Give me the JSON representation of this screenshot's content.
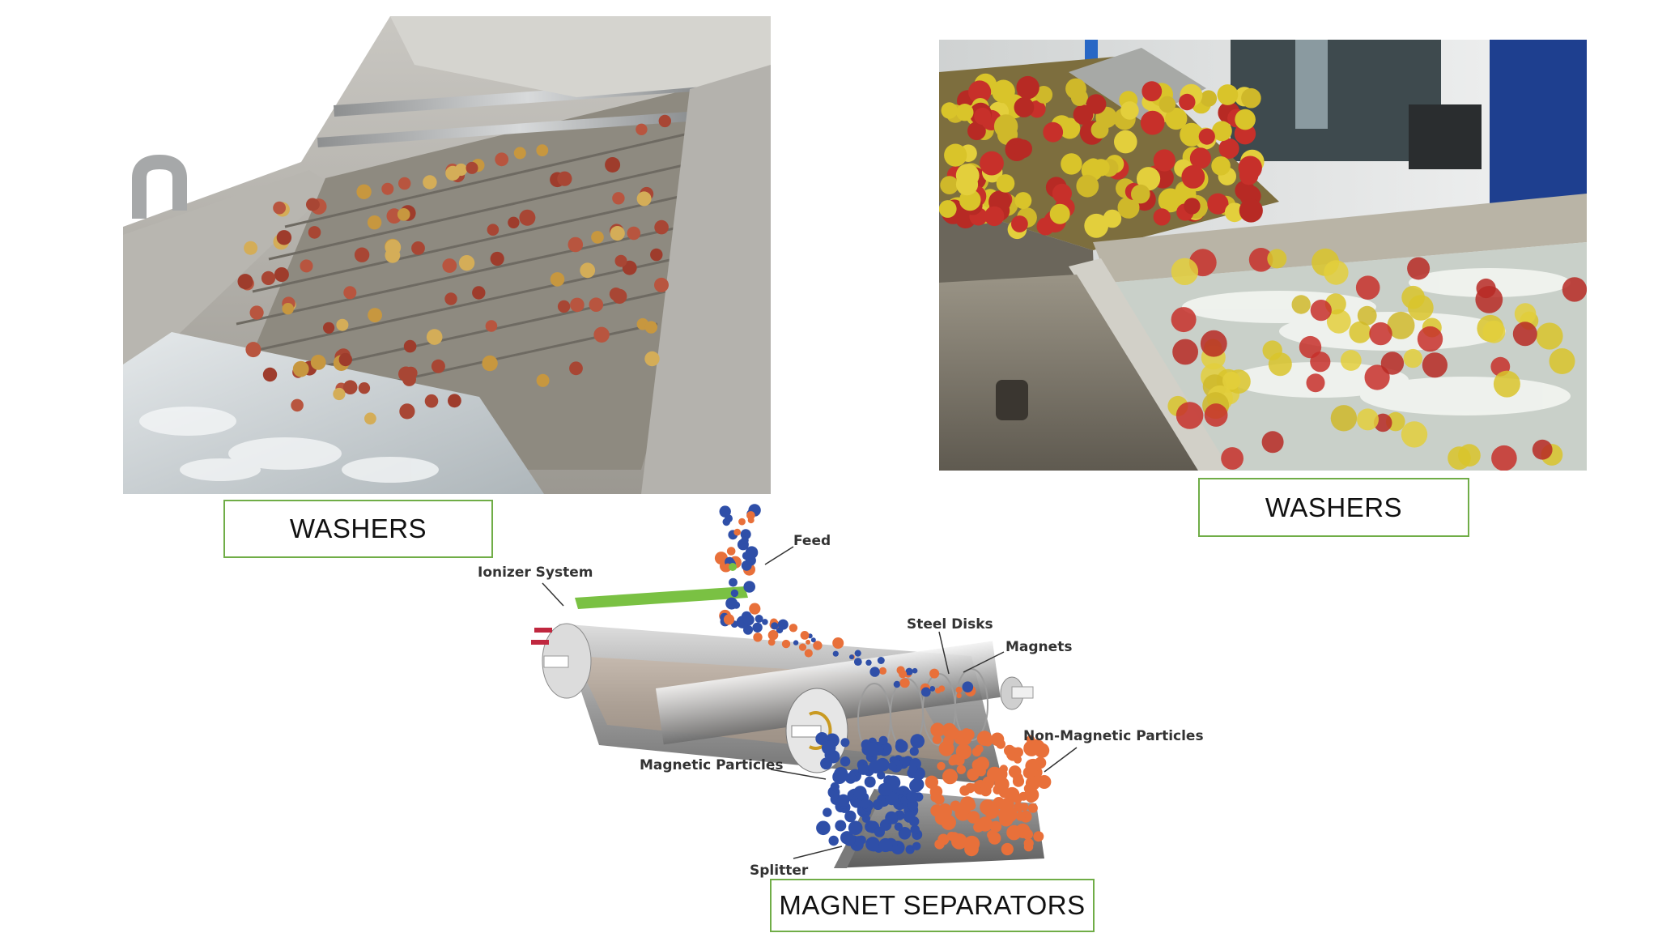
{
  "slide": {
    "captions": {
      "left_washer": "WASHERS",
      "right_washer": "WASHERS",
      "magnet": "MAGNET SEPARATORS"
    },
    "colors": {
      "caption_border": "#70ad47",
      "magnetic_particle": "#2f4fa8",
      "non_magnetic_particle": "#e8703a",
      "ionizer": "#7ac143"
    }
  },
  "diagram": {
    "labels": {
      "feed": "Feed",
      "ionizer": "Ionizer System",
      "steel_disks": "Steel Disks",
      "magnets": "Magnets",
      "non_magnetic": "Non-Magnetic Particles",
      "magnetic": "Magnetic Particles",
      "splitter": "Splitter"
    }
  }
}
